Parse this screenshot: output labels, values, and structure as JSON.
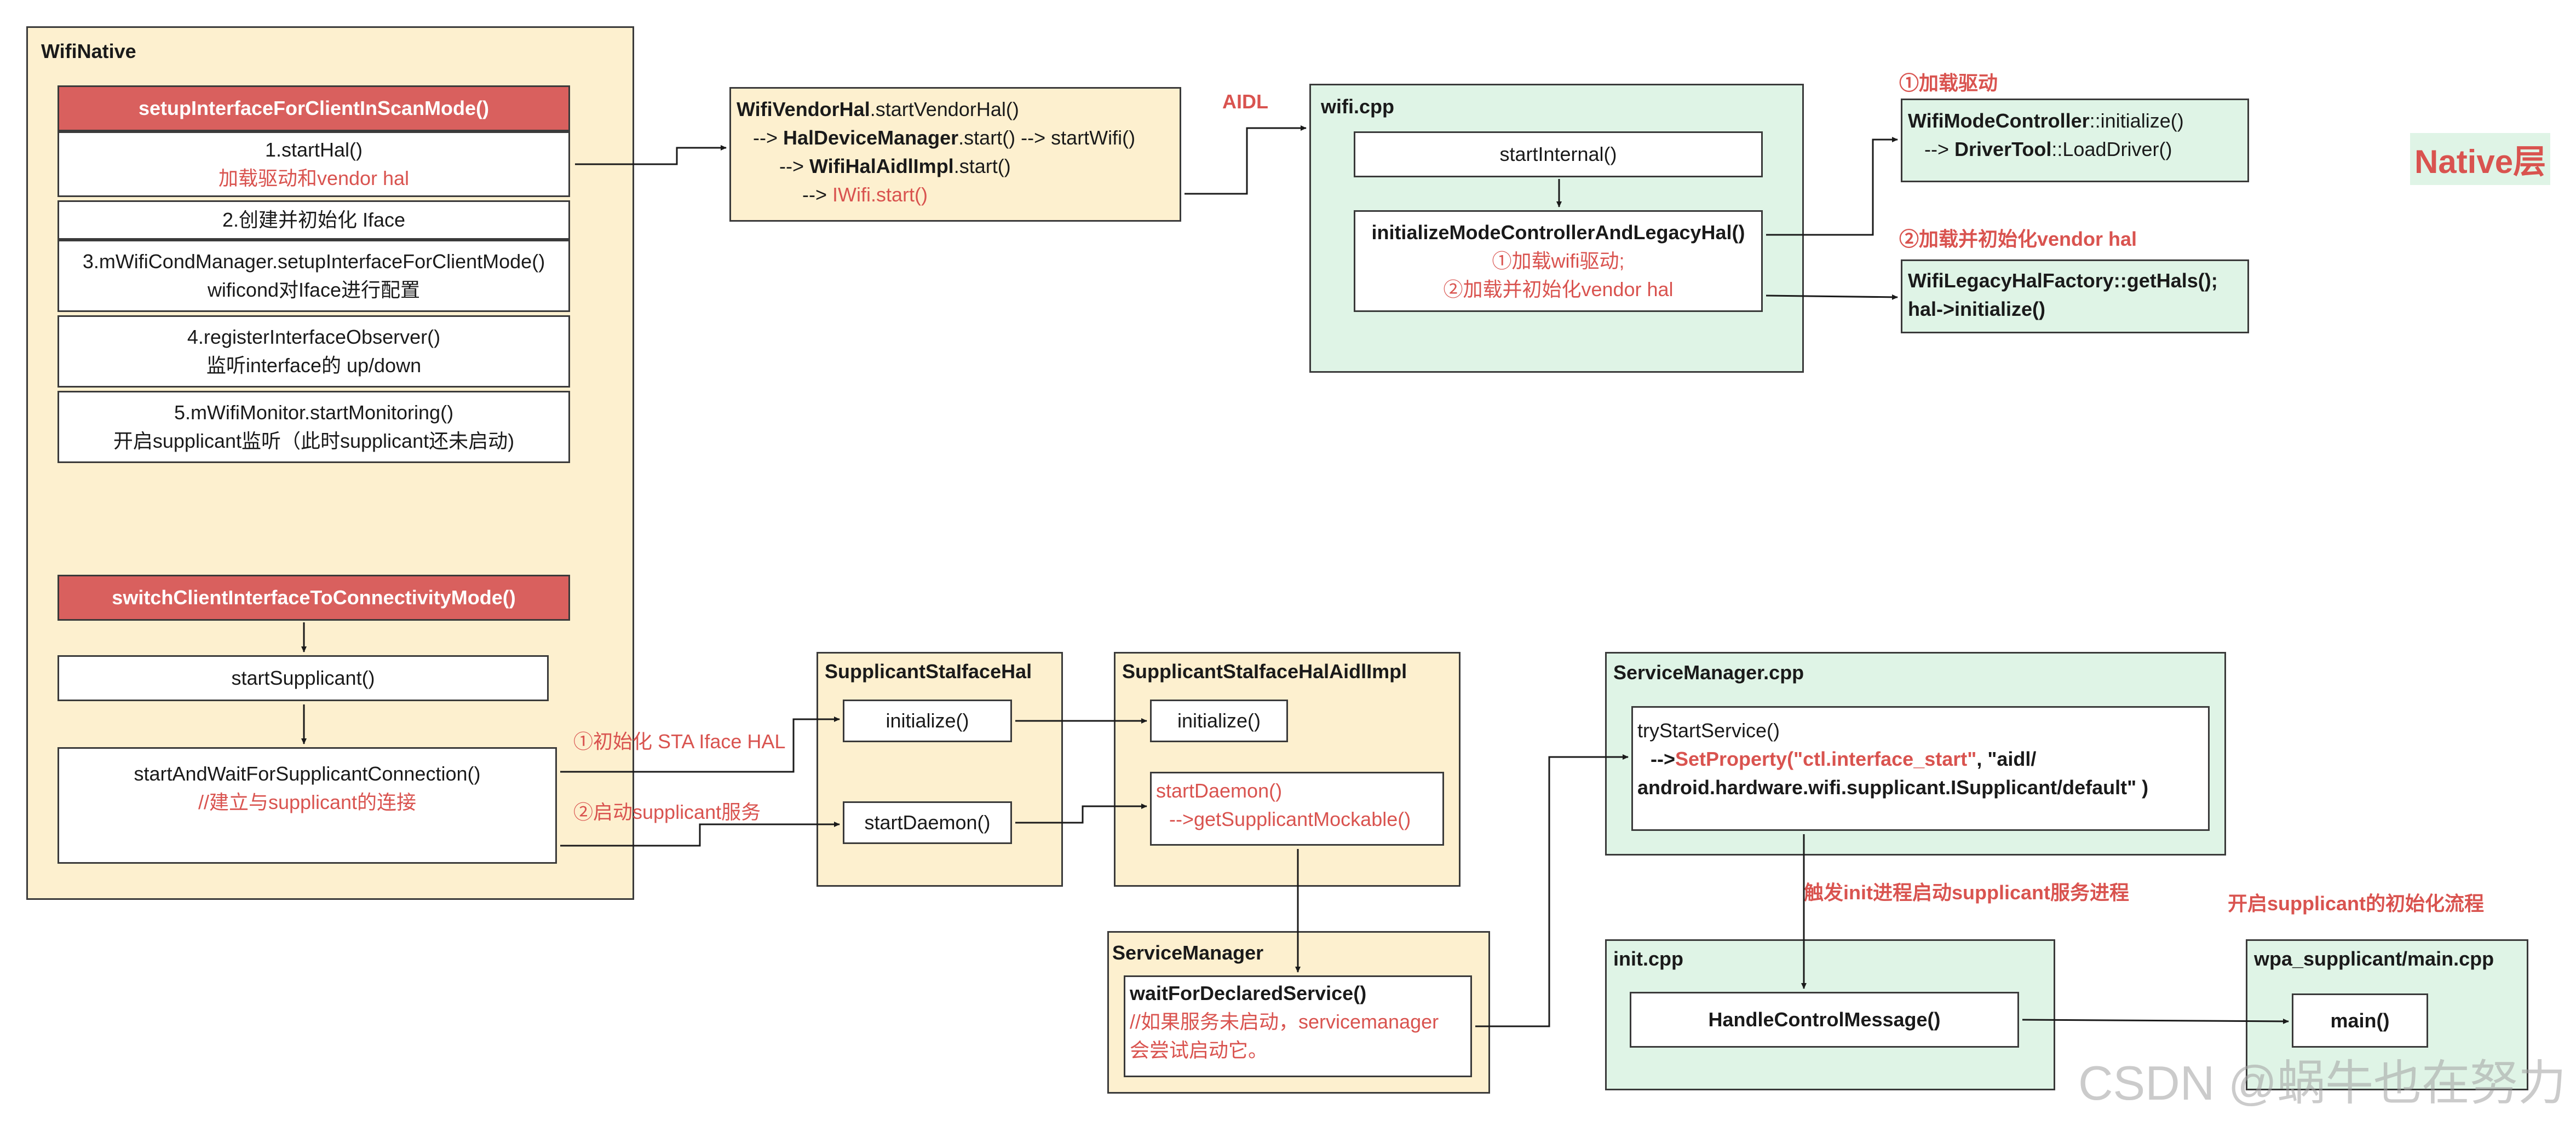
{
  "wifinative": {
    "title": "WifiNative",
    "setup_header": "setupInterfaceForClientInScanMode()",
    "step1_a": "1.startHal()",
    "step1_b": "加载驱动和vendor hal",
    "step2": "2.创建并初始化 Iface",
    "step3_a": "3.mWifiCondManager.setupInterfaceForClientMode()",
    "step3_b": "wificond对Iface进行配置",
    "step4_a": "4.registerInterfaceObserver()",
    "step4_b": "监听interface的 up/down",
    "step5_a": "5.mWifiMonitor.startMonitoring()",
    "step5_b": "开启supplicant监听（此时supplicant还未启动)",
    "switch_header": "switchClientInterfaceToConnectivityMode()",
    "start_supplicant": "startSupplicant()",
    "start_wait_a": "startAndWaitForSupplicantConnection()",
    "start_wait_b": "//建立与supplicant的连接"
  },
  "vendorhal": {
    "l1_bold": "WifiVendorHal",
    "l1_rest": ".startVendorHal()",
    "l2_pre": "--> ",
    "l2_bold": "HalDeviceManager",
    "l2_rest": ".start() --> startWifi()",
    "l3_pre": "--> ",
    "l3_bold": "WifiHalAidlImpl",
    "l3_rest": ".start()",
    "l4_pre": "--> ",
    "l4_red": "IWifi.start()"
  },
  "aidl_label": "AIDL",
  "wificpp": {
    "title": "wifi.cpp",
    "start_internal": "startInternal()",
    "init_mode": "initializeModeControllerAndLegacyHal()",
    "init_1": "①加载wifi驱动;",
    "init_2": "②加载并初始化vendor hal"
  },
  "modecontroller": {
    "label": "①加载驱动",
    "l1_bold": "WifiModeController",
    "l1_rest": "::initialize()",
    "l2_pre": "--> ",
    "l2_bold": "DriverTool",
    "l2_rest": "::LoadDriver()"
  },
  "legacyhal": {
    "label": "②加载并初始化vendor hal",
    "l1": "WifiLegacyHalFactory::getHals();",
    "l2": "hal->initialize()"
  },
  "native_label": "Native层",
  "sta_label_1": "①初始化 STA Iface HAL",
  "sta_label_2": "②启动supplicant服务",
  "supp_hal": {
    "title": "SupplicantStaIfaceHal",
    "initialize": "initialize()",
    "start_daemon": "startDaemon()"
  },
  "supp_aidl": {
    "title": "SupplicantStaIfaceHalAidlImpl",
    "initialize": "initialize()",
    "start_daemon_a": "startDaemon()",
    "start_daemon_b": "-->getSupplicantMockable()"
  },
  "servicemanager": {
    "title": "ServiceManager",
    "wait": "waitForDeclaredService()",
    "note_1": "//如果服务未启动，servicemanager",
    "note_2": "会尝试启动它。"
  },
  "servicemanagercpp": {
    "title": "ServiceManager.cpp",
    "l1": "tryStartService()",
    "l2_pre": "-->",
    "l2_red": "SetProperty(\"ctl.interface_start\"",
    "l2_rest": ", \"aidl/",
    "l3": "android.hardware.wifi.supplicant.ISupplicant/default\" )"
  },
  "trigger_label": "触发init进程启动supplicant服务进程",
  "initcpp": {
    "title": "init.cpp",
    "handle": "HandleControlMessage()"
  },
  "supp_init_label": "开启supplicant的初始化流程",
  "wpa": {
    "title": "wpa_supplicant/main.cpp",
    "main": "main()"
  },
  "watermark": "CSDN @蜗牛也在努力"
}
